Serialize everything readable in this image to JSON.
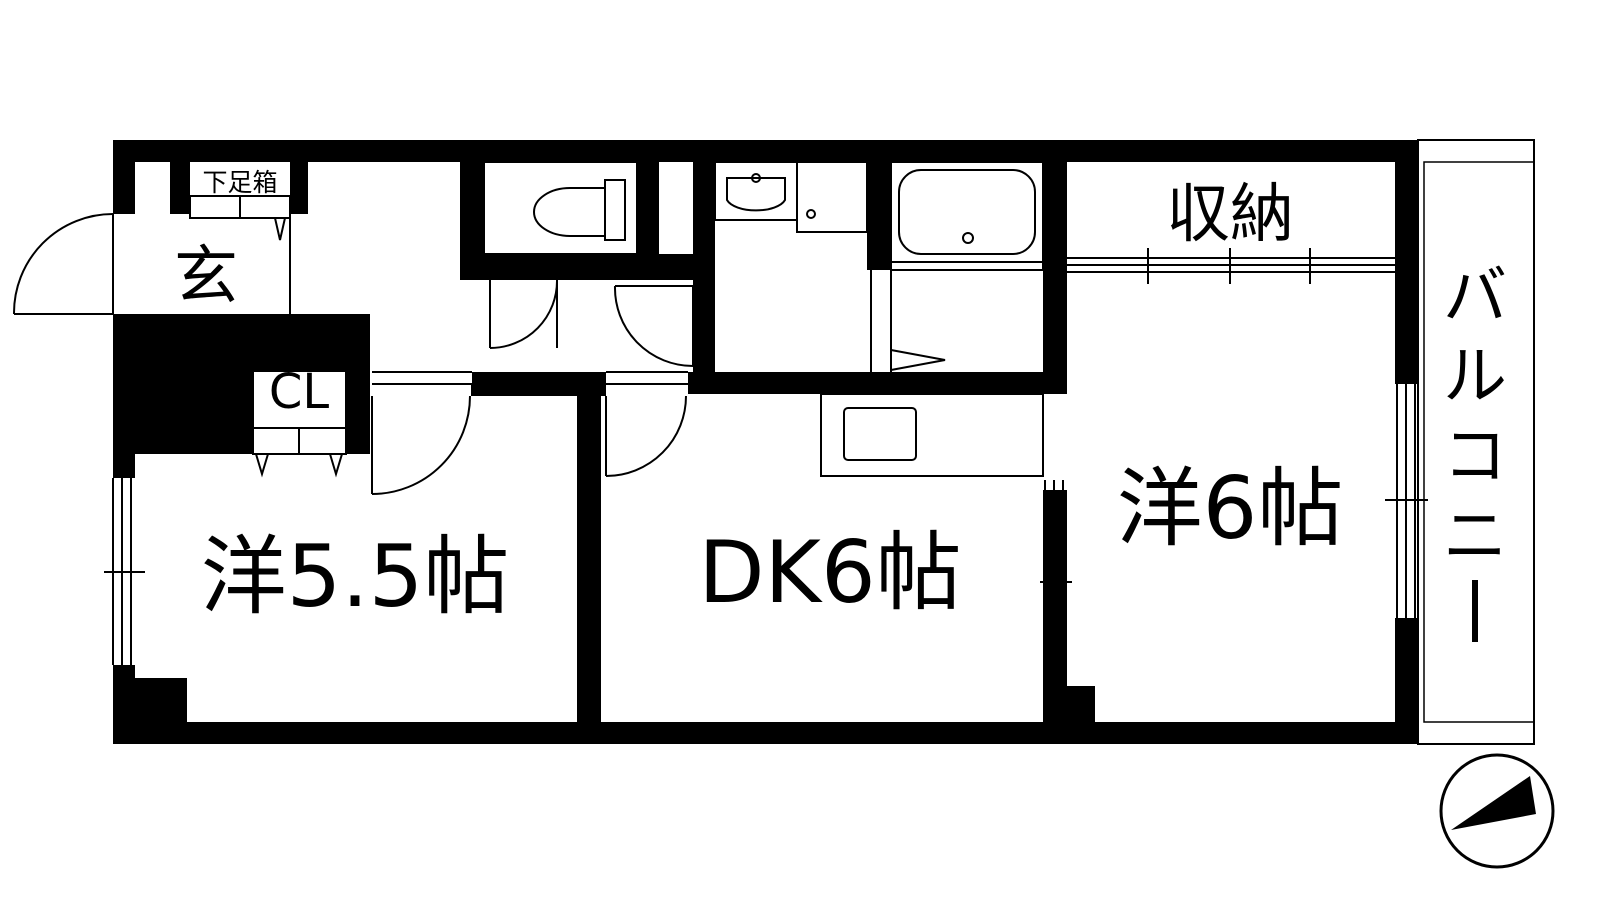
{
  "rooms": {
    "entrance": "玄",
    "shoe_box": "下足箱",
    "closet": "CL",
    "western_left": "洋5.5帖",
    "dining_kitchen": "DK6帖",
    "western_right": "洋6帖",
    "storage": "収納",
    "balcony": "バルコニー"
  },
  "balcony_chars": [
    "バ",
    "ル",
    "コ",
    "ニ",
    "ー"
  ]
}
